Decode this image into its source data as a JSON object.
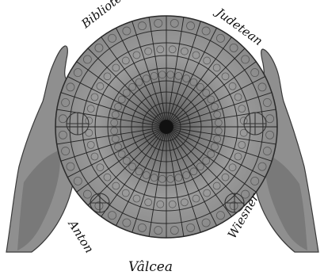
{
  "labels": {
    "top_left": "Biblioteca",
    "top_right": "Judetean",
    "bottom_left": "Anton",
    "bottom_right": "Wiesner",
    "bottom": "Vâlcea"
  },
  "colors": {
    "disc_fill": "#8a8a8a",
    "disc_outer": "#9a9a9a",
    "hand_fill": "#8f8f8f",
    "line": "#222222",
    "center": "#111111"
  },
  "icons": {
    "hands": "hand-icon",
    "rose": "rose-window-icon"
  }
}
